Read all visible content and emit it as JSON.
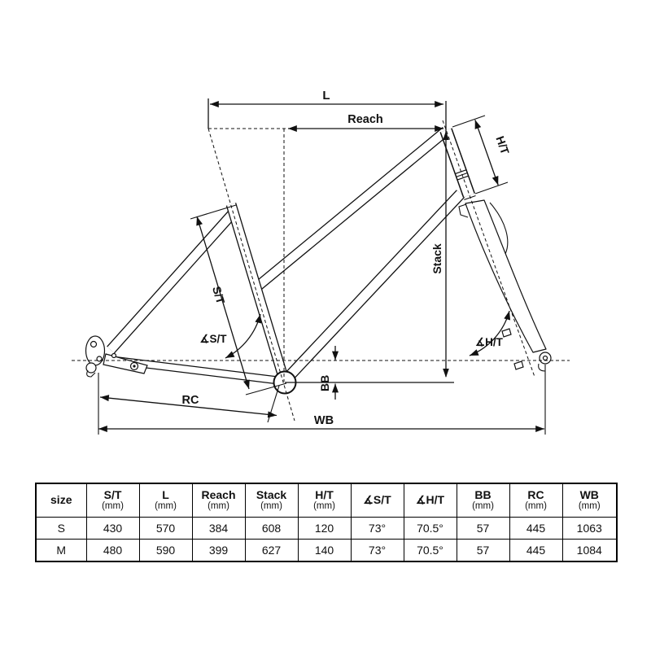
{
  "colors": {
    "line": "#111111",
    "background": "#ffffff"
  },
  "diagram": {
    "labels": {
      "l": "L",
      "reach": "Reach",
      "ht": "H/T",
      "stack": "Stack",
      "st": "S/T",
      "angle_st": "∡S/T",
      "angle_ht": "∡H/T",
      "bb": "BB",
      "rc": "RC",
      "wb": "WB"
    }
  },
  "table": {
    "size_header": "size",
    "columns": [
      {
        "label": "S/T",
        "unit": "(mm)"
      },
      {
        "label": "L",
        "unit": "(mm)"
      },
      {
        "label": "Reach",
        "unit": "(mm)"
      },
      {
        "label": "Stack",
        "unit": "(mm)"
      },
      {
        "label": "H/T",
        "unit": "(mm)"
      },
      {
        "label": "∡S/T",
        "unit": ""
      },
      {
        "label": "∡H/T",
        "unit": ""
      },
      {
        "label": "BB",
        "unit": "(mm)"
      },
      {
        "label": "RC",
        "unit": "(mm)"
      },
      {
        "label": "WB",
        "unit": "(mm)"
      }
    ],
    "rows": [
      {
        "size": "S",
        "values": [
          "430",
          "570",
          "384",
          "608",
          "120",
          "73°",
          "70.5°",
          "57",
          "445",
          "1063"
        ]
      },
      {
        "size": "M",
        "values": [
          "480",
          "590",
          "399",
          "627",
          "140",
          "73°",
          "70.5°",
          "57",
          "445",
          "1084"
        ]
      }
    ]
  }
}
